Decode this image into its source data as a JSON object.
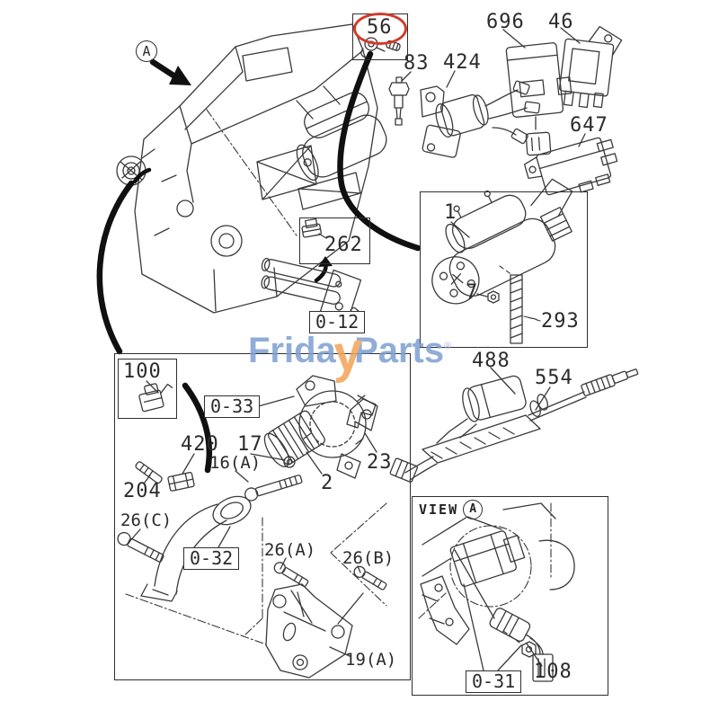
{
  "colors": {
    "ink": "#3a3a3a",
    "highlight_red": "#d23b2a",
    "watermark_blue": "#7d9fd2",
    "watermark_orange": "#f2a356"
  },
  "watermark": {
    "pre": "Frida",
    "swoosh": "y",
    "post": "Parts",
    "reg": "®"
  },
  "engine_overview": {
    "view_marker": "A"
  },
  "top_parts": {
    "boxed_sensor": "56",
    "coolant_sensor": "83",
    "solenoid_valve": "424",
    "relay_tall": "696",
    "relay_flat": "46",
    "relay_angled": "647"
  },
  "starter_inset": {
    "starter_assembly": "1",
    "nut": "7",
    "caution_strip": "293"
  },
  "pipe_group": {
    "harness_clip": "262",
    "ref": "0-12"
  },
  "alternator_inset": {
    "connector": "100",
    "ref_alternator": "0-33",
    "clip": "420",
    "washer": "17",
    "bolt_16a": "16(A)",
    "stud": "204",
    "alternator": "2",
    "bracket_small": "23",
    "bolt_26c": "26(C)",
    "ref_duct": "0-32",
    "bolt_26a": "26(A)",
    "bolt_26b": "26(B)",
    "bracket_lower": "19(A)"
  },
  "actuator_group": {
    "actuator": "488",
    "control_cable": "554"
  },
  "view_inset": {
    "title": "VIEW",
    "view_marker": "A",
    "ref": "0-31",
    "sensor": "108"
  }
}
